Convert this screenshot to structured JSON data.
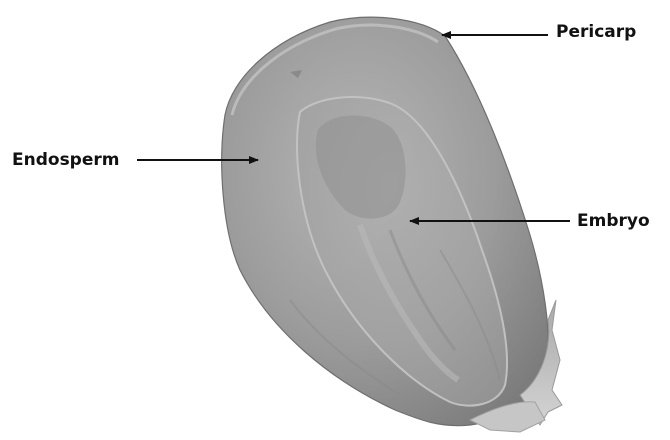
{
  "figure": {
    "subject": "kernel",
    "labels": {
      "pericarp": "Pericarp",
      "endosperm": "Endosperm",
      "embryo": "Embryo"
    },
    "colors": {
      "background": "#ffffff",
      "text": "#111111",
      "arrow": "#111111"
    }
  }
}
